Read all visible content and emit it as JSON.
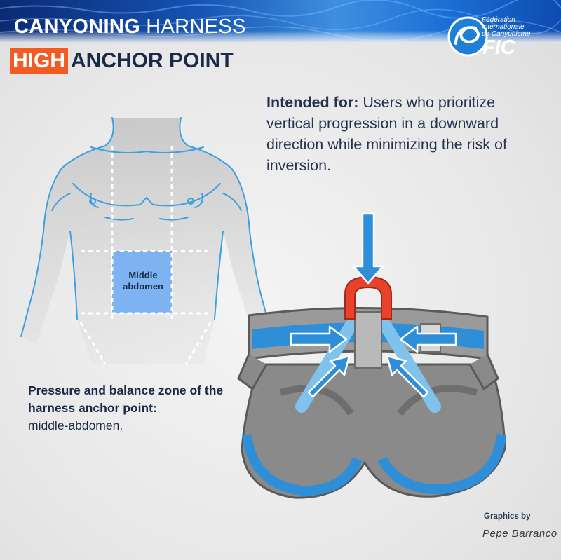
{
  "header": {
    "title_bold": "CANYONING",
    "title_light": "HARNESS",
    "subtitle_highlight": "HIGH",
    "subtitle_rest": "ANCHOR POINT"
  },
  "logo": {
    "line1": "Fédération",
    "line2": "Internationale",
    "line3": "de Canyonisme",
    "acronym": "FIC",
    "icon": "fic-swirl-icon"
  },
  "intended": {
    "label": "Intended for:",
    "text": " Users who prioritize vertical progression in a downward direction while minimizing the risk of inversion."
  },
  "body_diagram": {
    "zone_label_line1": "Middle",
    "zone_label_line2": "abdomen"
  },
  "pressure": {
    "bold": "Pressure and balance zone of the harness anchor point:",
    "normal": "middle-abdomen."
  },
  "credit": {
    "line1": "Graphics by",
    "line2": "Pepe Barranco"
  },
  "colors": {
    "navy": "#1b2b47",
    "orange": "#f25c24",
    "blue": "#2e8fd8",
    "light_blue": "#7fc2ee",
    "body_outline": "#3da0e0",
    "harness_gray": "#7d7d7d",
    "carabiner_red": "#e8422a"
  }
}
